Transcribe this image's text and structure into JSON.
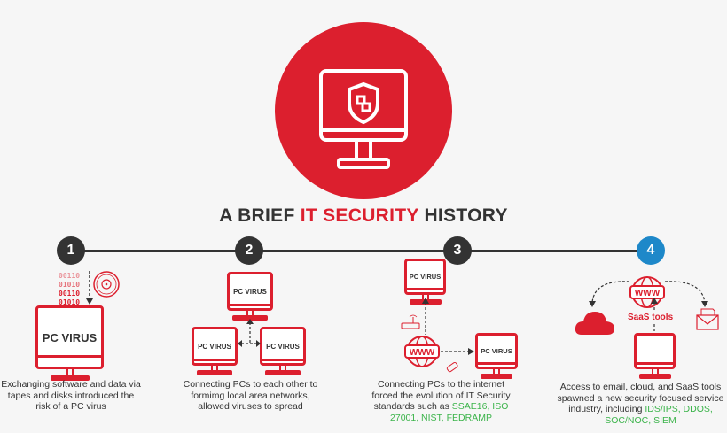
{
  "title": {
    "prefix": "A BRIEF ",
    "highlight": "IT SECURITY",
    "suffix": " HISTORY"
  },
  "colors": {
    "red": "#dc1f2e",
    "dark": "#333333",
    "blue": "#1e88c9",
    "green": "#3cb44b",
    "background": "#f6f6f6"
  },
  "hero": {
    "icon": "monitor-shield-icon"
  },
  "steps": [
    {
      "number": "1",
      "monitor_label": "PC VIRUS",
      "binary": [
        "00110",
        "01010",
        "00110",
        "01010"
      ],
      "desc": "Exchanging software and data via tapes and disks introduced the risk of a PC virus"
    },
    {
      "number": "2",
      "monitor_labels": [
        "PC VIRUS",
        "PC VIRUS",
        "PC VIRUS"
      ],
      "desc": "Connecting PCs to each other to formimg local area networks, allowed viruses to spread"
    },
    {
      "number": "3",
      "monitor_labels": [
        "PC VIRUS",
        "PC VIRUS"
      ],
      "www": "WWW",
      "desc": "Connecting PCs to the internet forced the evolution of IT Security standards such as ",
      "desc_highlight": "SSAE16, ISO 27001, NIST, FEDRAMP"
    },
    {
      "number": "4",
      "www": "WWW",
      "saas_label": "SaaS tools",
      "desc": "Access to email, cloud, and SaaS tools spawned a new security focused service industry, including ",
      "desc_highlight": "IDS/IPS, DDOS, SOC/NOC, SIEM"
    }
  ]
}
